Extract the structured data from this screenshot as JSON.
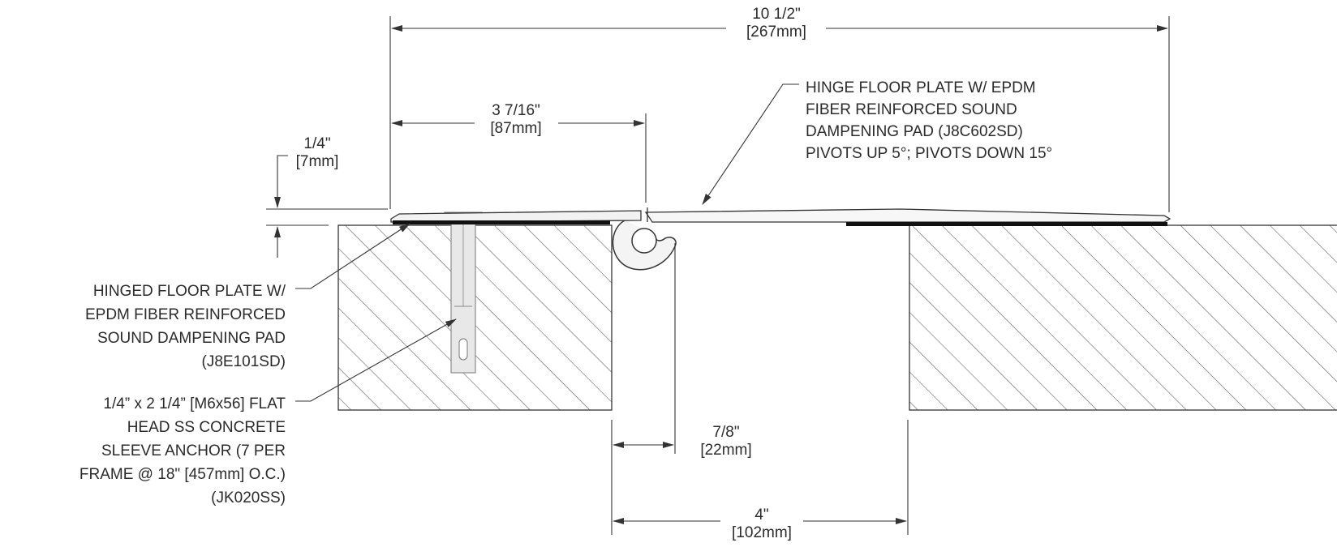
{
  "dimensions": {
    "overall_width": {
      "imperial": "10 1/2\"",
      "metric": "[267mm]"
    },
    "plate_half_width": {
      "imperial": "3 7/16\"",
      "metric": "[87mm]"
    },
    "plate_thickness": {
      "imperial": "1/4\"",
      "metric": "[7mm]"
    },
    "hinge_offset": {
      "imperial": "7/8\"",
      "metric": "[22mm]"
    },
    "joint_width": {
      "imperial": "4\"",
      "metric": "[102mm]"
    }
  },
  "callouts": {
    "hinge_plate": {
      "lines": [
        "HINGE FLOOR PLATE W/ EPDM",
        "FIBER REINFORCED SOUND",
        "DAMPENING PAD (J8C602SD)",
        "PIVOTS UP 5°; PIVOTS DOWN 15°"
      ]
    },
    "hinged_plate": {
      "lines": [
        "HINGED FLOOR PLATE W/",
        "EPDM FIBER REINFORCED",
        "SOUND DAMPENING PAD",
        "(J8E101SD)"
      ]
    },
    "anchor": {
      "lines": [
        "1/4” x 2 1/4” [M6x56] FLAT",
        "HEAD SS CONCRETE",
        "SLEEVE ANCHOR (7 PER",
        "FRAME @ 18\" [457mm] O.C.)",
        "(JK020SS)"
      ]
    }
  },
  "colors": {
    "line": "#333333",
    "hatch": "#555555",
    "pad": "#111111",
    "anchor_fill": "#e6e6e6",
    "text": "#2b2b2b"
  }
}
